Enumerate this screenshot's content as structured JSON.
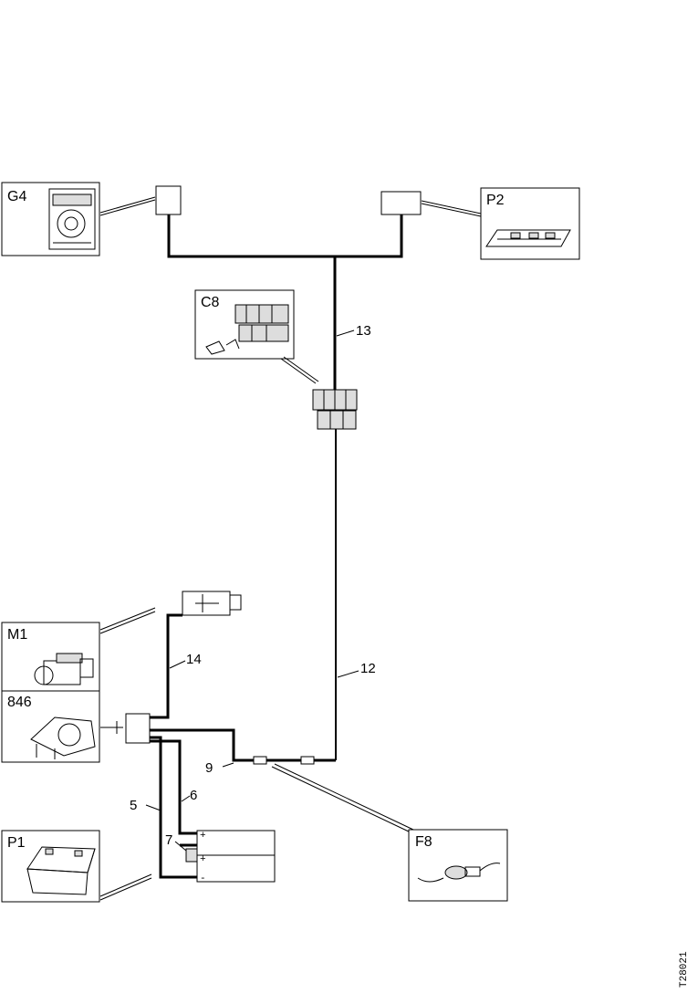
{
  "components": {
    "g4": {
      "code": "G4",
      "icon": "tachograph-icon"
    },
    "p2": {
      "code": "P2",
      "icon": "relay-panel-icon"
    },
    "c8": {
      "code": "C8",
      "icon": "multi-connector-icon"
    },
    "m1": {
      "code": "M1",
      "icon": "starter-motor-icon"
    },
    "c846": {
      "code": "846",
      "icon": "alternator-icon"
    },
    "p1": {
      "code": "P1",
      "icon": "battery-icon"
    },
    "f8": {
      "code": "F8",
      "icon": "sensor-icon"
    }
  },
  "wires": {
    "w5": "5",
    "w6": "6",
    "w7": "7",
    "w9": "9",
    "w12": "12",
    "w13": "13",
    "w14": "14"
  },
  "terminal_marks": {
    "plus1": "+",
    "plus2": "+",
    "minus": "-"
  },
  "figure_ref": "T28021"
}
